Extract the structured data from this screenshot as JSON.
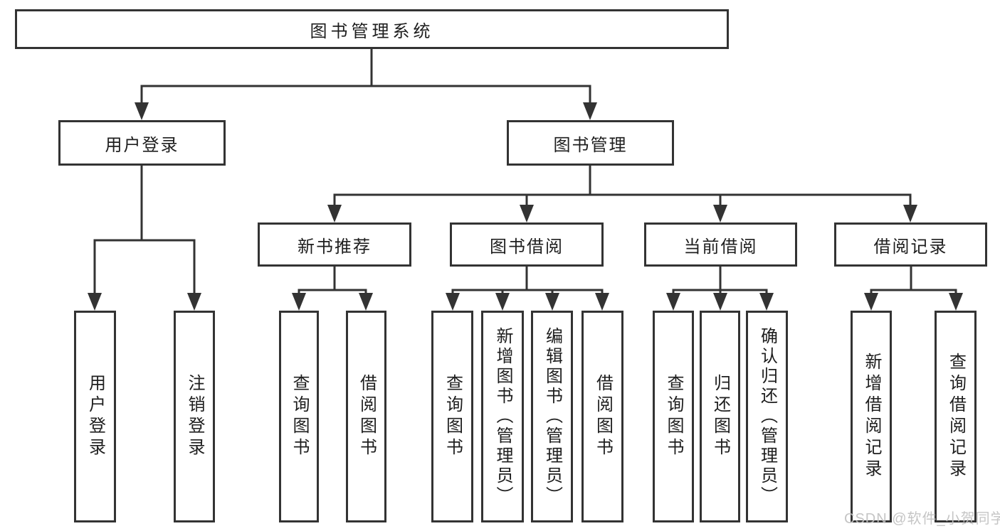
{
  "diagram": {
    "line_color": "#333333",
    "text_color": "#1e1e1e",
    "root": {
      "label": "图书管理系统",
      "children": [
        {
          "label": "用户登录",
          "children": [
            {
              "label": "用户登录"
            },
            {
              "label": "注销登录"
            }
          ]
        },
        {
          "label": "图书管理",
          "children": [
            {
              "label": "新书推荐",
              "children": [
                {
                  "label": "查询图书"
                },
                {
                  "label": "借阅图书"
                }
              ]
            },
            {
              "label": "图书借阅",
              "children": [
                {
                  "label": "查询图书"
                },
                {
                  "label": "新增图书（管理员）"
                },
                {
                  "label": "编辑图书（管理员）"
                },
                {
                  "label": "借阅图书"
                }
              ]
            },
            {
              "label": "当前借阅",
              "children": [
                {
                  "label": "查询图书"
                },
                {
                  "label": "归还图书"
                },
                {
                  "label": "确认归还（管理员）"
                }
              ]
            },
            {
              "label": "借阅记录",
              "children": [
                {
                  "label": "新增借阅记录"
                },
                {
                  "label": "查询借阅记录"
                }
              ]
            }
          ]
        }
      ]
    }
  },
  "watermark": "CSDN @软件_小贺同学"
}
